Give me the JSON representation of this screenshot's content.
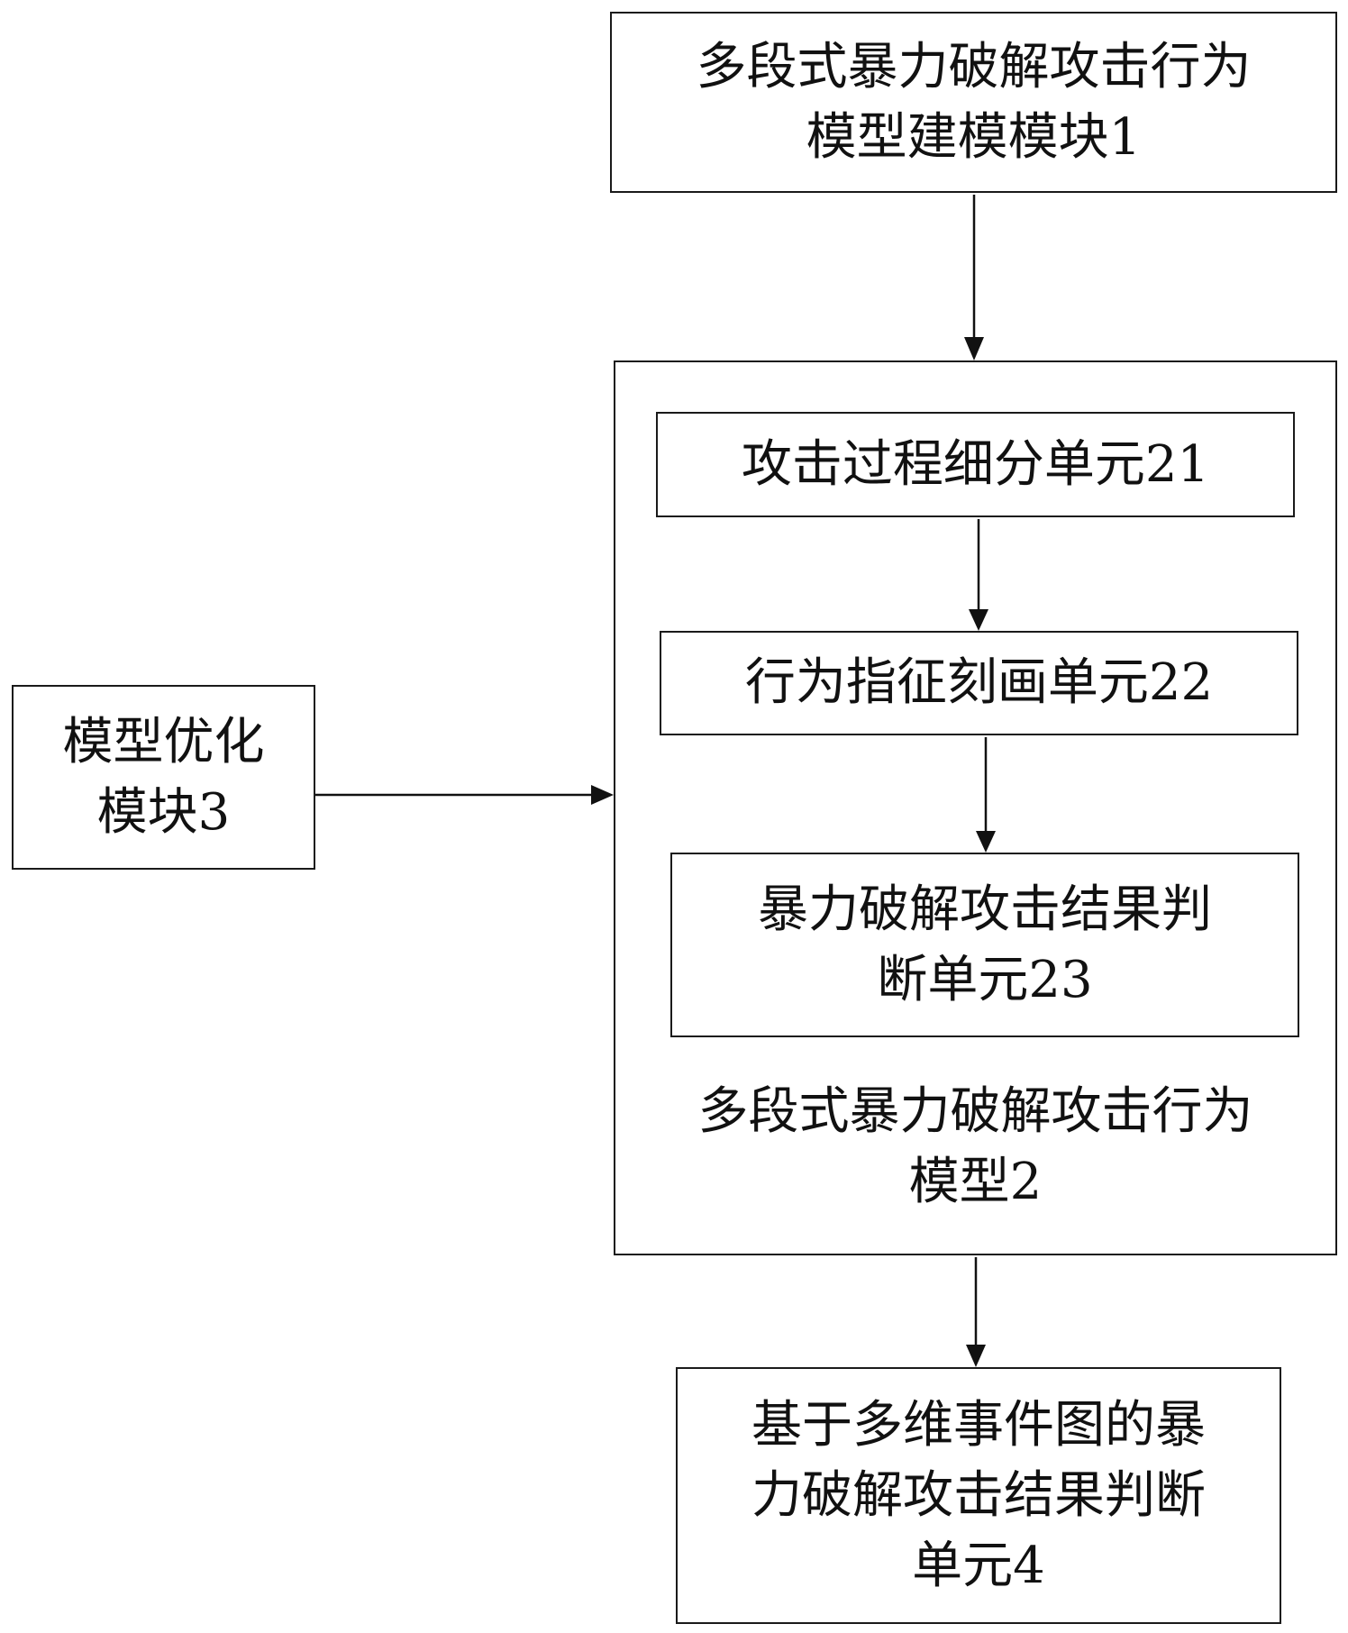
{
  "module1": {
    "line1": "多段式暴力破解攻击行为",
    "line2": "模型建模模块1"
  },
  "model2": {
    "caption_line1": "多段式暴力破解攻击行为",
    "caption_line2": "模型2",
    "unit21": "攻击过程细分单元21",
    "unit22": "行为指征刻画单元22",
    "unit23": {
      "line1": "暴力破解攻击结果判",
      "line2": "断单元23"
    }
  },
  "module3": {
    "line1": "模型优化",
    "line2": "模块3"
  },
  "unit4": {
    "line1": "基于多维事件图的暴",
    "line2": "力破解攻击结果判断",
    "line3": "单元4"
  }
}
